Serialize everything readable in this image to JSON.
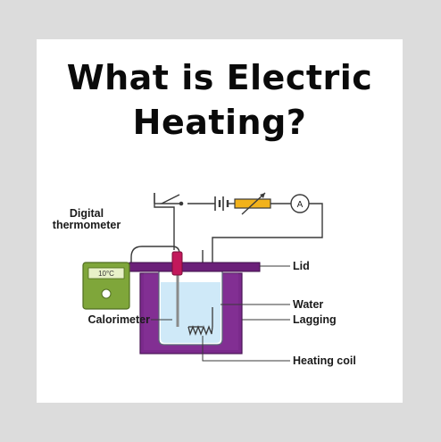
{
  "title": {
    "line1": "What is Electric",
    "line2": "Heating?"
  },
  "diagram": {
    "labels": {
      "digital_thermometer_1": "Digital",
      "digital_thermometer_2": "thermometer",
      "lid": "Lid",
      "water": "Water",
      "lagging": "Lagging",
      "calorimeter": "Calorimeter",
      "heating_coil": "Heating coil"
    },
    "thermometer_display": "10°C",
    "ammeter_symbol": "A"
  },
  "colors": {
    "lagging": "#7b2a8c",
    "lid": "#6b2079",
    "water": "#cfe9f8",
    "thermometer_body": "#7fa63a",
    "probe": "#c2185b",
    "rheostat": "#f2b21b",
    "wire": "#3a3a3a"
  }
}
